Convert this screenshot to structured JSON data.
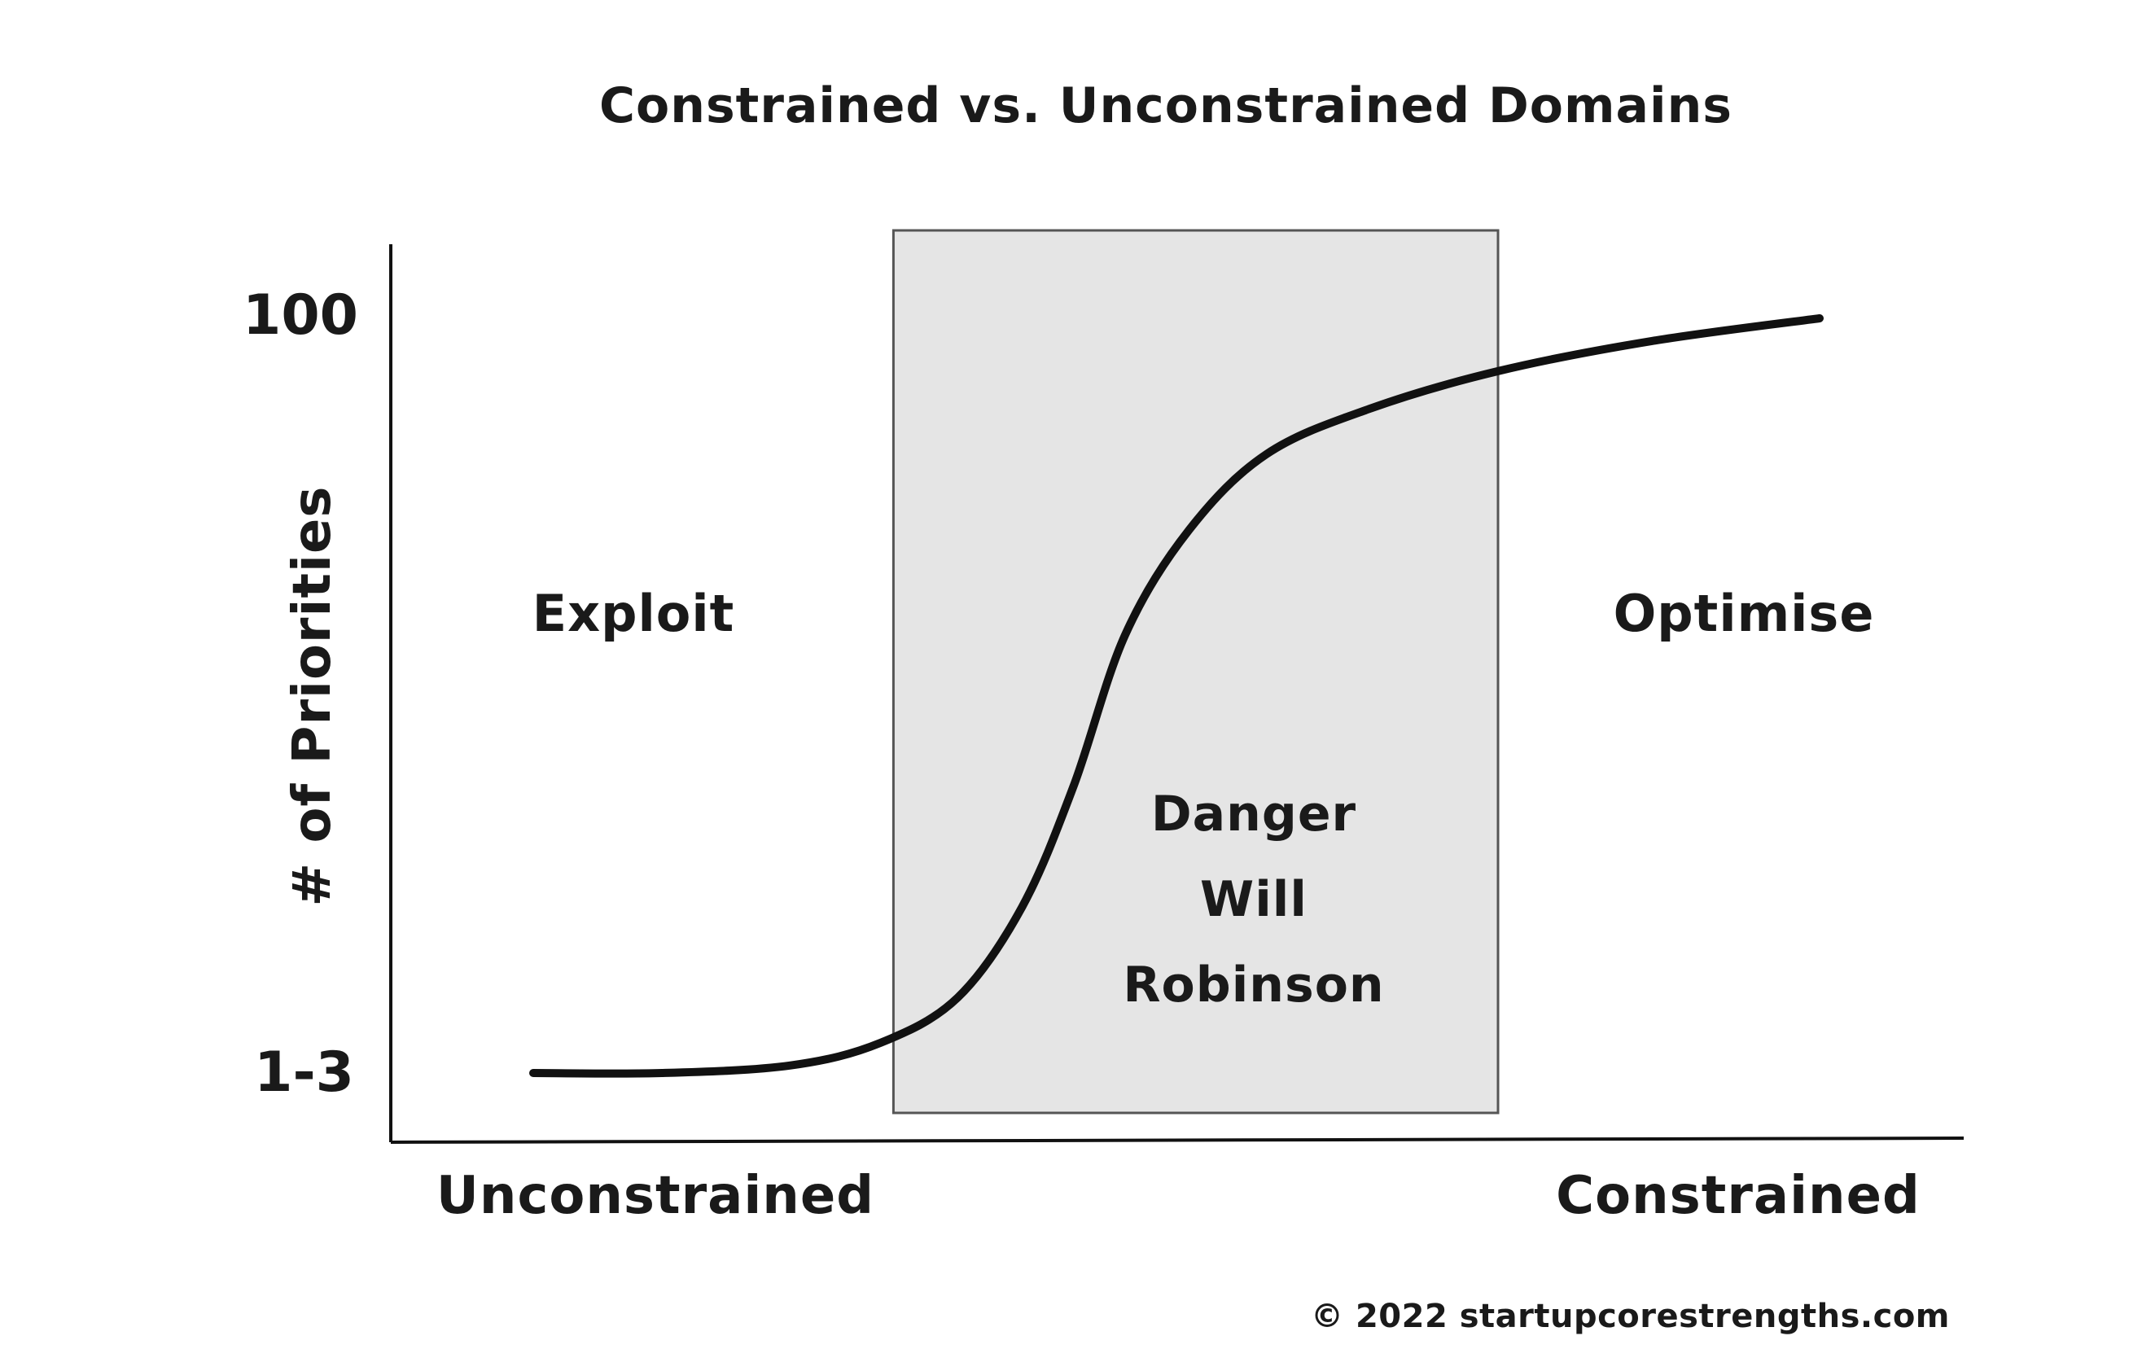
{
  "chart_data": {
    "type": "line",
    "title": "Constrained vs. Unconstrained Domains",
    "ylabel": "# of Priorities",
    "x_tick_labels": [
      "Unconstrained",
      "Constrained"
    ],
    "y_tick_labels": [
      "1-3",
      "100"
    ],
    "series": [
      {
        "points": [
          {
            "x": 0.0,
            "y": 0.0
          },
          {
            "x": 0.1,
            "y": 0.0
          },
          {
            "x": 0.2,
            "y": 0.01
          },
          {
            "x": 0.27,
            "y": 0.04
          },
          {
            "x": 0.33,
            "y": 0.1
          },
          {
            "x": 0.38,
            "y": 0.22
          },
          {
            "x": 0.42,
            "y": 0.38
          },
          {
            "x": 0.46,
            "y": 0.58
          },
          {
            "x": 0.51,
            "y": 0.72
          },
          {
            "x": 0.57,
            "y": 0.82
          },
          {
            "x": 0.65,
            "y": 0.88
          },
          {
            "x": 0.75,
            "y": 0.93
          },
          {
            "x": 0.87,
            "y": 0.97
          },
          {
            "x": 1.0,
            "y": 1.0
          }
        ]
      }
    ],
    "shaded_region": {
      "x_start": 0.28,
      "x_end": 0.75,
      "color": "#e5e5e5"
    },
    "annotations": {
      "left_zone": "Exploit",
      "right_zone": "Optimise",
      "danger_lines": [
        "Danger",
        "Will",
        "Robinson"
      ]
    },
    "xlim": [
      0,
      1
    ],
    "ylim": [
      0,
      1
    ],
    "grid": false,
    "legend": "none"
  },
  "footer": "© 2022 startupcorestrengths.com",
  "colors": {
    "line": "#111111",
    "shade": "#e5e5e5",
    "shade_border": "#555555",
    "axis": "#111111",
    "text": "#1a1a1a"
  }
}
